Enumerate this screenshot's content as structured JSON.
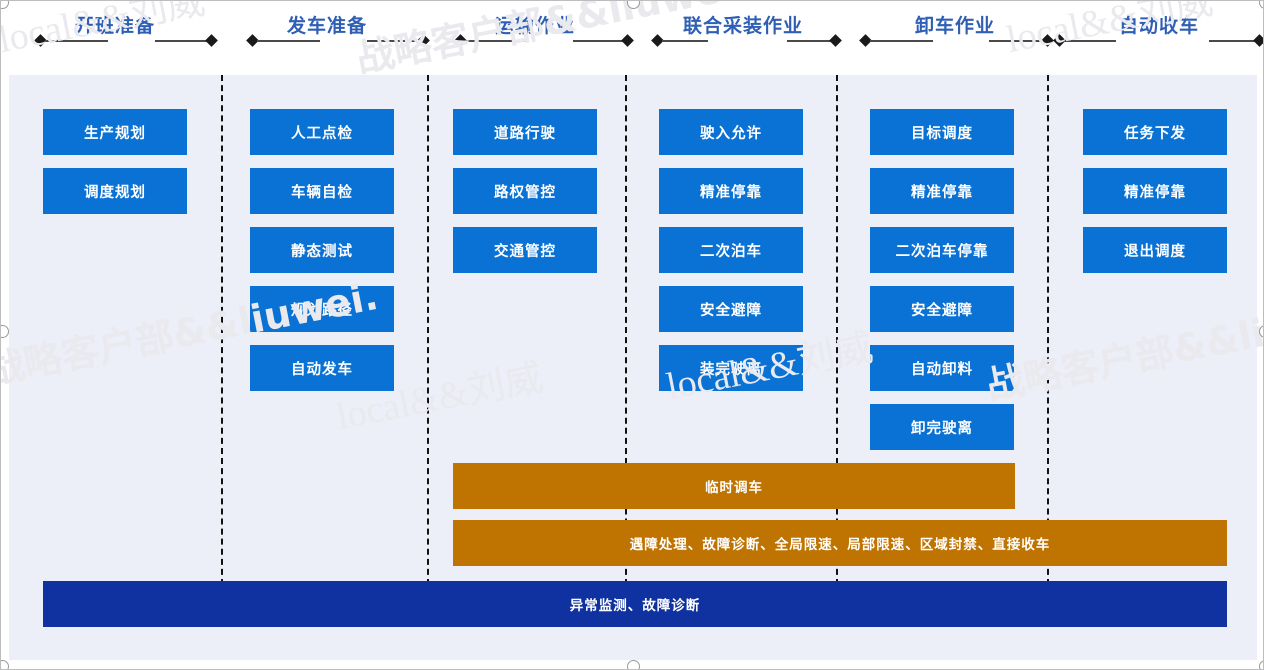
{
  "phases": [
    {
      "label": "开班准备"
    },
    {
      "label": "发车准备"
    },
    {
      "label": "运输作业"
    },
    {
      "label": "联合采装作业"
    },
    {
      "label": "卸车作业"
    },
    {
      "label": "自动收车"
    }
  ],
  "columns": [
    {
      "name": "开班准备",
      "items": [
        "生产规划",
        "调度规划"
      ]
    },
    {
      "name": "发车准备",
      "items": [
        "人工点检",
        "车辆自检",
        "静态测试",
        "规划路径",
        "自动发车"
      ]
    },
    {
      "name": "运输作业",
      "items": [
        "道路行驶",
        "路权管控",
        "交通管控"
      ]
    },
    {
      "name": "联合采装作业",
      "items": [
        "驶入允许",
        "精准停靠",
        "二次泊车",
        "安全避障",
        "装完驶离"
      ]
    },
    {
      "name": "卸车作业",
      "items": [
        "目标调度",
        "精准停靠",
        "二次泊车停靠",
        "安全避障",
        "自动卸料",
        "卸完驶离"
      ]
    },
    {
      "name": "自动收车",
      "items": [
        "任务下发",
        "精准停靠",
        "退出调度"
      ]
    }
  ],
  "bars": [
    {
      "id": "temp-dispatch",
      "label": "临时调车",
      "color": "#bf7300"
    },
    {
      "id": "exception-handling",
      "label": "遇障处理、故障诊断、全局限速、局部限速、区域封禁、直接收车",
      "color": "#bf7300"
    },
    {
      "id": "monitoring",
      "label": "异常监测、故障诊断",
      "color": "#0f32a0"
    }
  ],
  "watermarks": [
    "local&&刘威",
    "战略客户部&&liuwei.",
    "local&&刘威",
    "战略客户部&&liuwei.",
    "local&&刘威",
    "战略客户部&&liuwei.",
    "local&&刘威"
  ],
  "colors": {
    "box_blue": "#0a72d4",
    "phase_text": "#2e5fb5",
    "panel_bg": "#eceef8",
    "orange": "#bf7300",
    "navy": "#0f32a0",
    "arrow": "#1a1a1a"
  }
}
